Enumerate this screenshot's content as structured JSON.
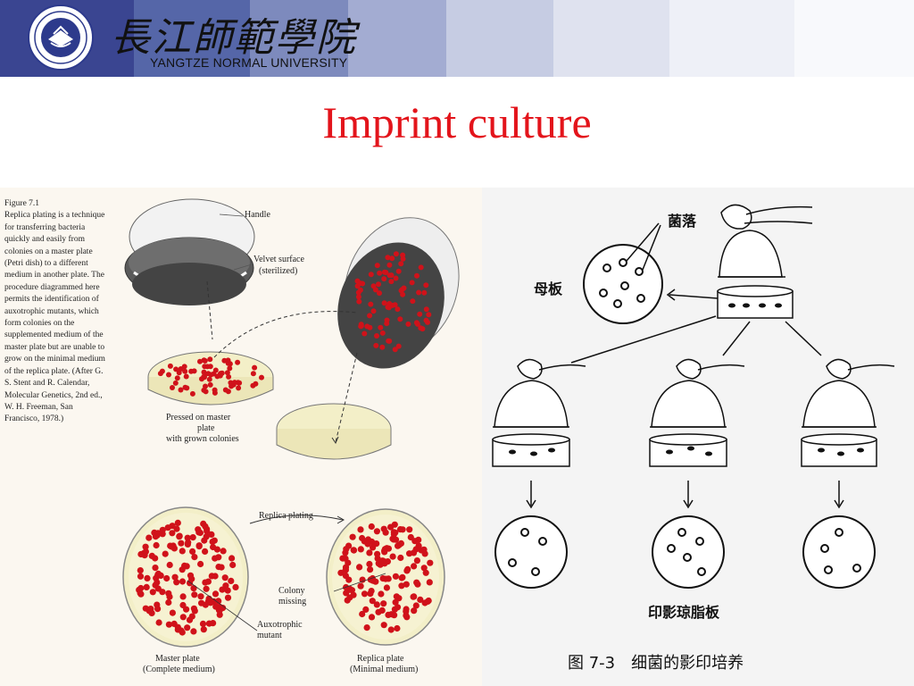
{
  "header": {
    "university_cn": "長江師範學院",
    "university_en": "YANGTZE NORMAL UNIVERSITY",
    "seal_icon": "university-seal-icon",
    "stripe_colors": [
      "#3a4591",
      "#5a6aa8",
      "#8a96c4",
      "#b8c0dc",
      "#d8dcec",
      "#eceef6",
      "#ffffff"
    ]
  },
  "slide": {
    "title": "Imprint culture"
  },
  "left_figure": {
    "caption": {
      "label": "Figure 7.1",
      "text": "Replica plating is a technique for transferring bacteria quickly and easily from colonies on a master plate (Petri dish) to a different medium in another plate. The procedure diagrammed here permits the identification of auxotrophic mutants, which form colonies on the supplemented medium of the master plate but are unable to grow on the minimal medium of the replica plate. (After G. S. Stent and R. Calendar, Molecular Genetics, 2nd ed., W. H. Freeman, San Francisco, 1978.)"
    },
    "labels": {
      "handle": "Handle",
      "velvet_1": "Velvet surface",
      "velvet_2": "(sterilized)",
      "pressed_1": "Pressed on master",
      "pressed_2": "plate",
      "pressed_3": "with grown colonies",
      "replica_plating": "Replica plating",
      "colony_missing_1": "Colony",
      "colony_missing_2": "missing",
      "auxotrophic_1": "Auxotrophic",
      "auxotrophic_2": "mutant",
      "master_1": "Master plate",
      "master_2": "(Complete medium)",
      "replica_1": "Replica plate",
      "replica_2": "(Minimal medium)"
    },
    "colors": {
      "colony": "#d0121a",
      "velvet": "#4a4a4a",
      "agar": "#f3efc8"
    }
  },
  "right_figure": {
    "labels": {
      "colony": "菌落",
      "master": "母板",
      "replica_agar": "印影琼脂板"
    },
    "caption": "图 7-3　细菌的影印培养"
  }
}
